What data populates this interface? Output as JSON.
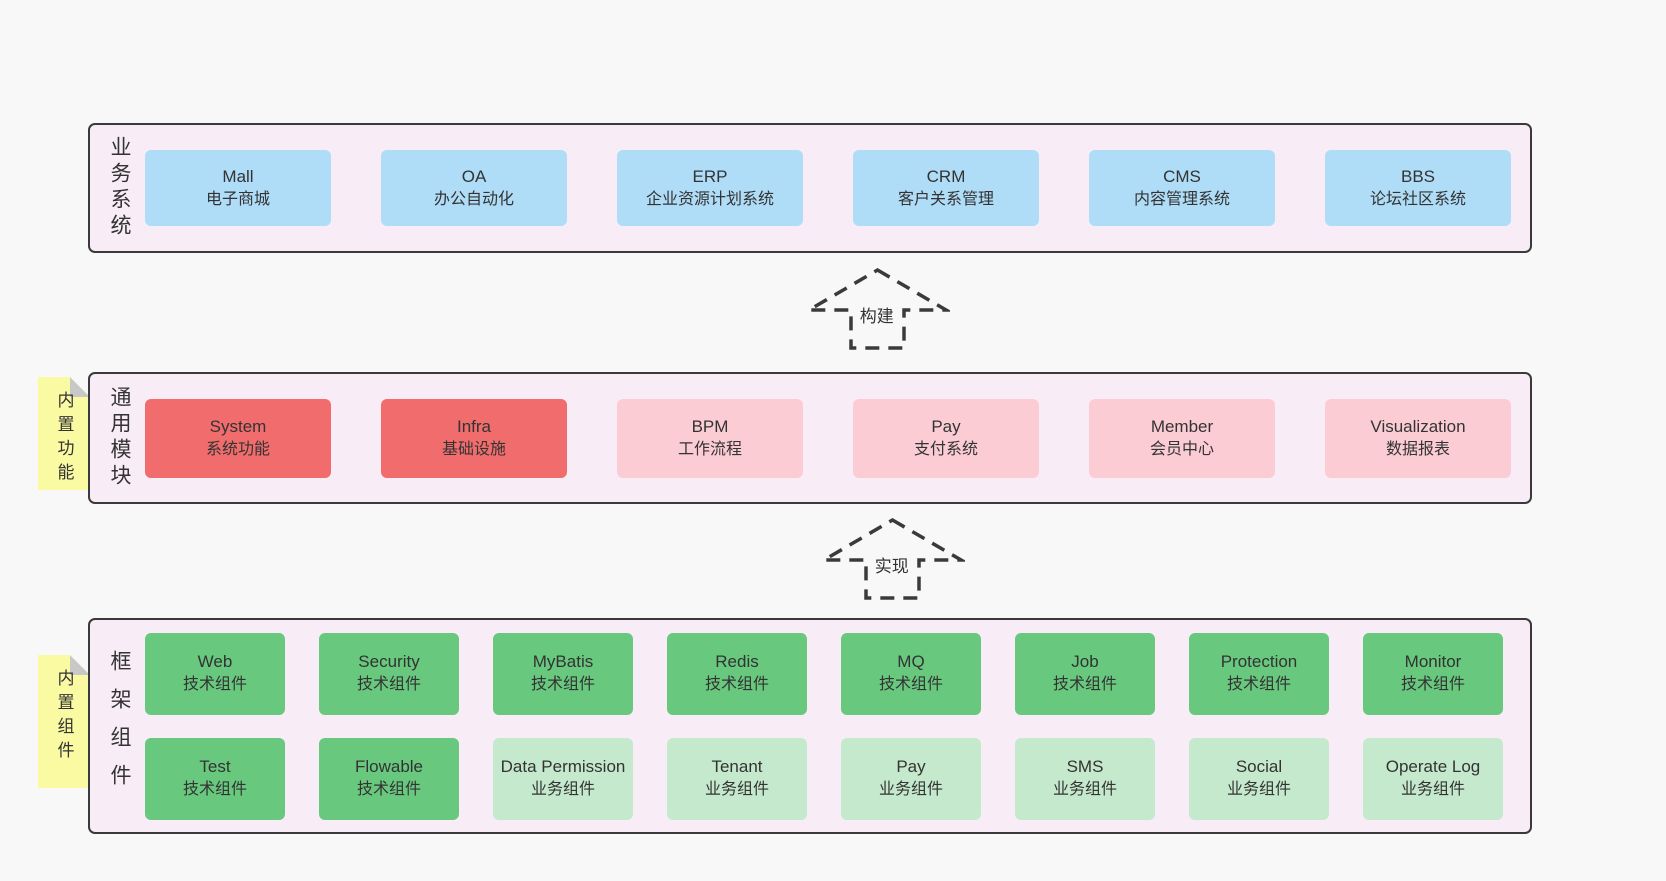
{
  "colors": {
    "page_bg": "#f8f8f8",
    "container_bg": "#f8edf6",
    "container_border": "#3a3a3a",
    "blue": "#afdcf7",
    "red": "#f16c6c",
    "pink": "#fbccd4",
    "green": "#68c87e",
    "light_green": "#c4e9cc",
    "sticky_yellow": "#fafaa3",
    "sticky_fold": "#c8c8c8",
    "text": "#333333"
  },
  "arrows": [
    {
      "label": "构建"
    },
    {
      "label": "实现"
    }
  ],
  "layers": [
    {
      "label": "业务系统",
      "sticky": null,
      "rows": [
        [
          {
            "title": "Mall",
            "subtitle": "电子商城",
            "variant": "blue"
          },
          {
            "title": "OA",
            "subtitle": "办公自动化",
            "variant": "blue"
          },
          {
            "title": "ERP",
            "subtitle": "企业资源计划系统",
            "variant": "blue"
          },
          {
            "title": "CRM",
            "subtitle": "客户关系管理",
            "variant": "blue"
          },
          {
            "title": "CMS",
            "subtitle": "内容管理系统",
            "variant": "blue"
          },
          {
            "title": "BBS",
            "subtitle": "论坛社区系统",
            "variant": "blue"
          }
        ]
      ]
    },
    {
      "label": "通用模块",
      "sticky": "内置功能",
      "rows": [
        [
          {
            "title": "System",
            "subtitle": "系统功能",
            "variant": "red"
          },
          {
            "title": "Infra",
            "subtitle": "基础设施",
            "variant": "red"
          },
          {
            "title": "BPM",
            "subtitle": "工作流程",
            "variant": "pink"
          },
          {
            "title": "Pay",
            "subtitle": "支付系统",
            "variant": "pink"
          },
          {
            "title": "Member",
            "subtitle": "会员中心",
            "variant": "pink"
          },
          {
            "title": "Visualization",
            "subtitle": "数据报表",
            "variant": "pink"
          }
        ]
      ]
    },
    {
      "label": "框架组件",
      "sticky": "内置组件",
      "rows": [
        [
          {
            "title": "Web",
            "subtitle": "技术组件",
            "variant": "green"
          },
          {
            "title": "Security",
            "subtitle": "技术组件",
            "variant": "green"
          },
          {
            "title": "MyBatis",
            "subtitle": "技术组件",
            "variant": "green"
          },
          {
            "title": "Redis",
            "subtitle": "技术组件",
            "variant": "green"
          },
          {
            "title": "MQ",
            "subtitle": "技术组件",
            "variant": "green"
          },
          {
            "title": "Job",
            "subtitle": "技术组件",
            "variant": "green"
          },
          {
            "title": "Protection",
            "subtitle": "技术组件",
            "variant": "green"
          },
          {
            "title": "Monitor",
            "subtitle": "技术组件",
            "variant": "green"
          }
        ],
        [
          {
            "title": "Test",
            "subtitle": "技术组件",
            "variant": "green"
          },
          {
            "title": "Flowable",
            "subtitle": "技术组件",
            "variant": "green"
          },
          {
            "title": "Data Permission",
            "subtitle": "业务组件",
            "variant": "light-green"
          },
          {
            "title": "Tenant",
            "subtitle": "业务组件",
            "variant": "light-green"
          },
          {
            "title": "Pay",
            "subtitle": "业务组件",
            "variant": "light-green"
          },
          {
            "title": "SMS",
            "subtitle": "业务组件",
            "variant": "light-green"
          },
          {
            "title": "Social",
            "subtitle": "业务组件",
            "variant": "light-green"
          },
          {
            "title": "Operate Log",
            "subtitle": "业务组件",
            "variant": "light-green"
          }
        ]
      ]
    }
  ]
}
